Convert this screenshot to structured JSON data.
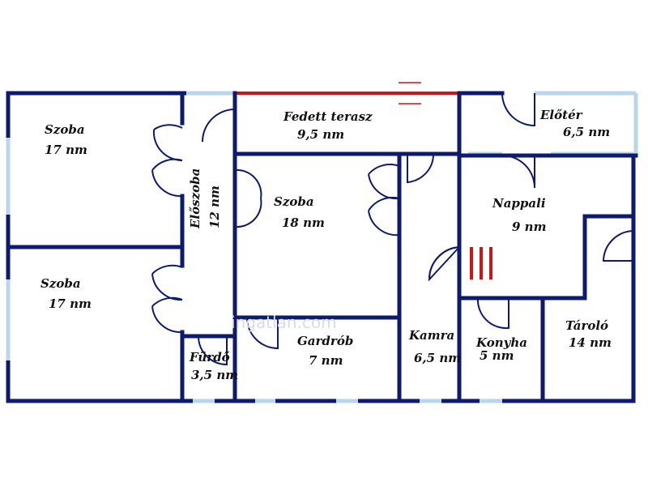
{
  "colors": {
    "wall": "#0d1a6e",
    "window": "#b8d6ec",
    "terrace_edge": "#cc1515",
    "background": "#ffffff"
  },
  "rooms": {
    "szoba_top_left": {
      "name": "Szoba",
      "area": "17 nm"
    },
    "szoba_bottom_left": {
      "name": "Szoba",
      "area": "17 nm"
    },
    "eloszoba": {
      "name": "Előszoba",
      "area": "12 nm"
    },
    "fedett_terasz": {
      "name": "Fedett terasz",
      "area": "9,5 nm"
    },
    "eloter": {
      "name": "Előtér",
      "area": "6,5 nm"
    },
    "szoba_center": {
      "name": "Szoba",
      "area": "18 nm"
    },
    "nappali": {
      "name": "Nappali",
      "area": "9 nm"
    },
    "gardrob": {
      "name": "Gardrób",
      "area": "7 nm"
    },
    "kamra": {
      "name": "Kamra",
      "area": "6,5 nm"
    },
    "konyha": {
      "name": "Konyha",
      "area": "5 nm"
    },
    "tarolo": {
      "name": "Tároló",
      "area": "14 nm"
    },
    "furdo": {
      "name": "Fürdő",
      "area": "3,5 nm"
    }
  },
  "watermark": {
    "text": "ingatlan.com"
  }
}
